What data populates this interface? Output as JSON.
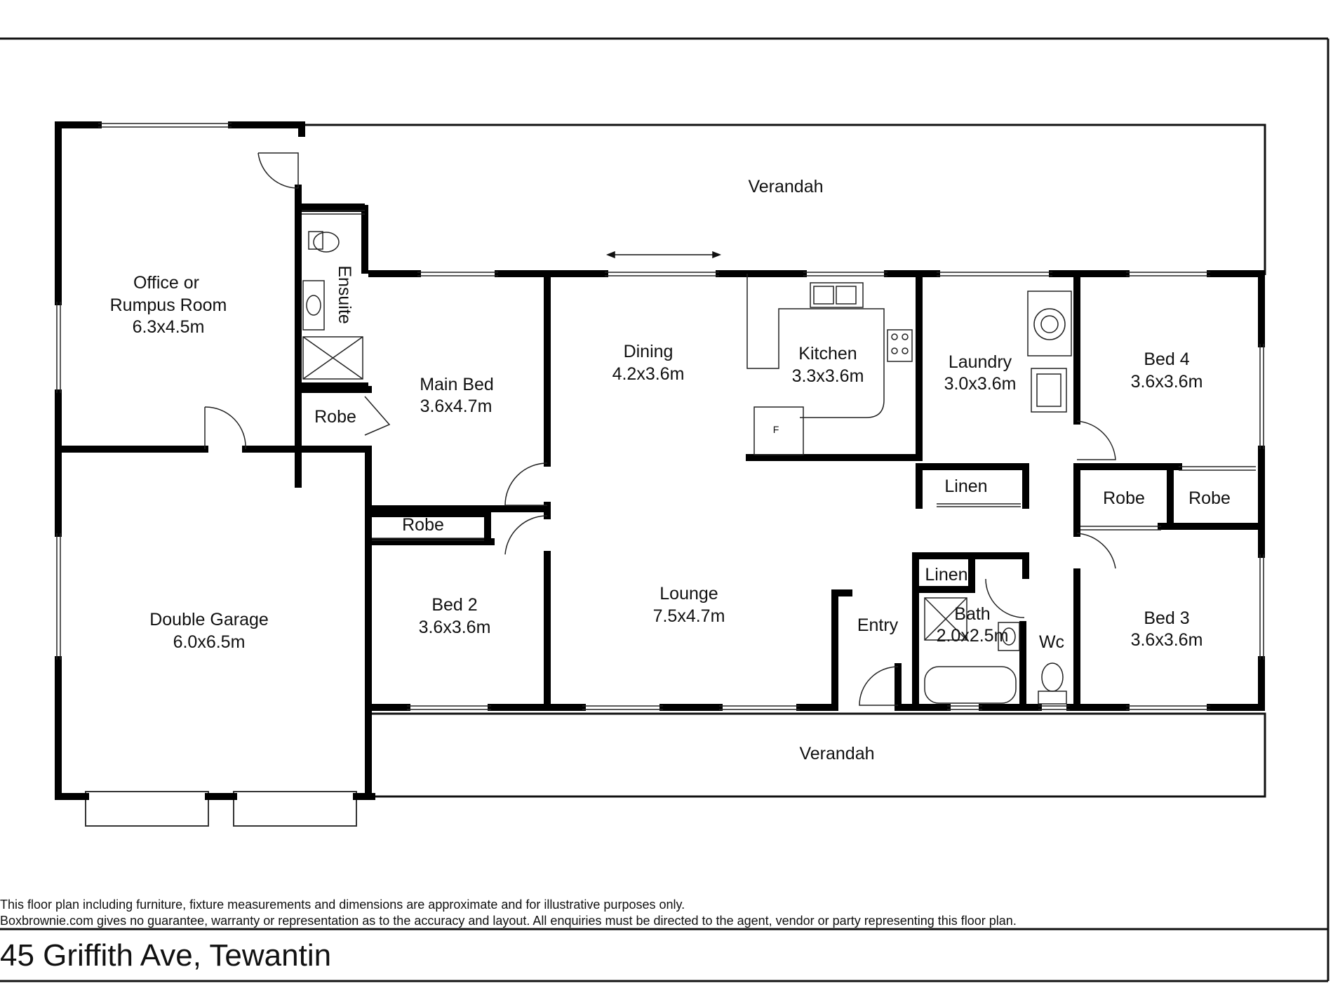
{
  "rooms": {
    "verandah_top": "Verandah",
    "office_l1": "Office or",
    "office_l2": "Rumpus Room",
    "office_dim": "6.3x4.5m",
    "ensuite": "Ensuite",
    "robe_main": "Robe",
    "main_bed": "Main Bed",
    "main_bed_dim": "3.6x4.7m",
    "dining": "Dining",
    "dining_dim": "4.2x3.6m",
    "kitchen": "Kitchen",
    "kitchen_dim": "3.3x3.6m",
    "fridge": "F",
    "laundry": "Laundry",
    "laundry_dim": "3.0x3.6m",
    "bed4": "Bed 4",
    "bed4_dim": "3.6x3.6m",
    "linen1": "Linen",
    "robe_bed4": "Robe",
    "robe_bed3": "Robe",
    "garage": "Double Garage",
    "garage_dim": "6.0x6.5m",
    "robe_bed2": "Robe",
    "bed2": "Bed 2",
    "bed2_dim": "3.6x3.6m",
    "lounge": "Lounge",
    "lounge_dim": "7.5x4.7m",
    "entry": "Entry",
    "linen2": "Linen",
    "bath": "Bath",
    "bath_dim": "2.0x2.5m",
    "wc": "Wc",
    "bed3": "Bed 3",
    "bed3_dim": "3.6x3.6m",
    "verandah_bottom": "Verandah"
  },
  "disclaimer_line1": "This floor plan including furniture, fixture measurements and dimensions are approximate and for illustrative purposes only.",
  "disclaimer_line2": "Boxbrownie.com gives no guarantee, warranty or representation as to the accuracy and layout. All enquiries must be directed to the agent, vendor or party representing this floor plan.",
  "address": "45 Griffith Ave, Tewantin"
}
